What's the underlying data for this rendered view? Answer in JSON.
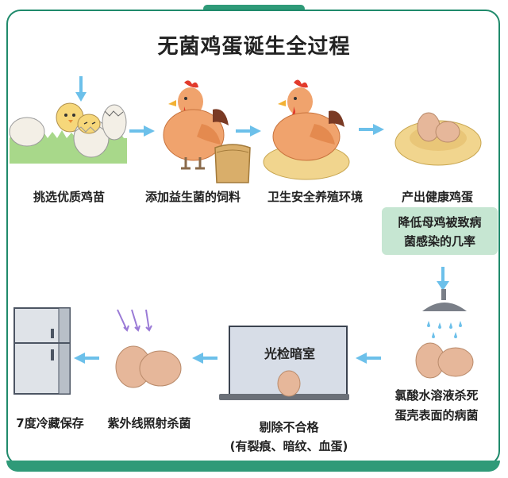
{
  "title": "无菌鸡蛋诞生全过程",
  "steps": [
    {
      "label": "挑选优质鸡苗"
    },
    {
      "label": "添加益生菌的饲料"
    },
    {
      "label": "卫生安全养殖环境"
    },
    {
      "label": "产出健康鸡蛋"
    },
    {
      "label_line1": "氯酸水溶液杀死",
      "label_line2": "蛋壳表面的病菌"
    },
    {
      "label_line1": "剔除不合格",
      "label_line2": "(有裂痕、暗纹、血蛋)",
      "box_title": "光检暗室"
    },
    {
      "label": "紫外线照射杀菌"
    },
    {
      "label": "7度冷藏保存"
    }
  ],
  "highlight": {
    "line1": "降低母鸡被致病",
    "line2": "菌感染的几率"
  },
  "colors": {
    "accent": "#2f9a78",
    "arrow": "#6cc0ea",
    "highlight_bg": "#c6e6d2",
    "uv": "#9a7ad6"
  },
  "icons": [
    "chick-icon",
    "hen-icon",
    "feed-bag-icon",
    "nest-icon",
    "egg-icon",
    "shower-icon",
    "fridge-icon",
    "uv-rays-icon"
  ]
}
